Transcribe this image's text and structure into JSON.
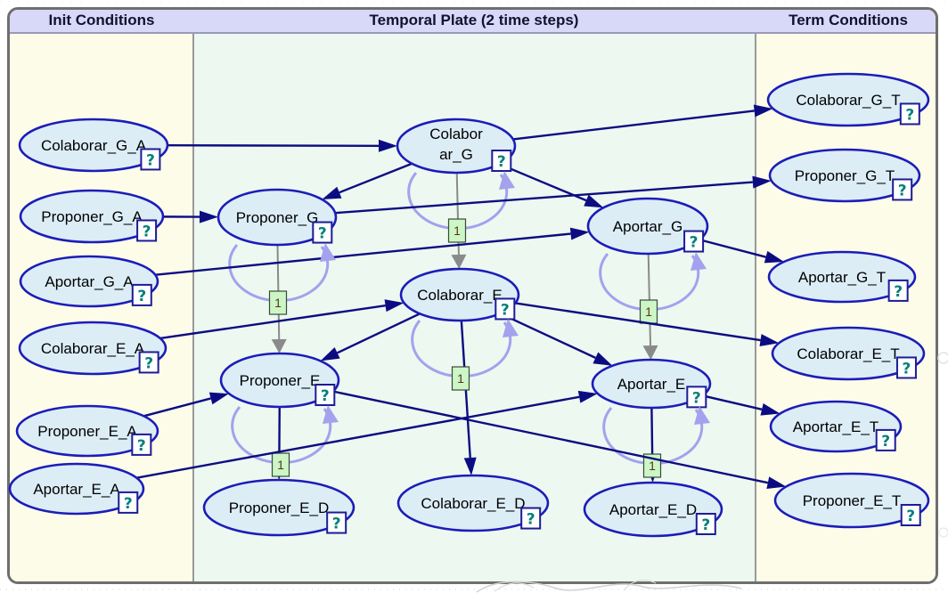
{
  "header": {
    "init_label": "Init Conditions",
    "plate_label": "Temporal Plate (2 time steps)",
    "term_label": "Term Conditions"
  },
  "colors": {
    "header_bg": "#d8d8f8",
    "init_bg": "#fcfce8",
    "plate_bg": "#edf8f0",
    "term_bg": "#fcfce8",
    "arc_navy": "#0c0c82",
    "arc_gray": "#8a8a8a",
    "temporal_loop": "#a2a2ee",
    "node_fill": "#dcedf6",
    "node_border": "#1c1cb8",
    "order_badge_fill": "#ccf6c6",
    "order_badge_border": "#3a4a3a",
    "order_text": "#5c3317",
    "status_badge_border": "#1c1c96",
    "status_glyph_color": "#00807a"
  },
  "diagram": {
    "status_glyph": "?",
    "nodes": [
      {
        "id": "colaborar_g_a",
        "label": "Colaborar_G_A",
        "section": "init"
      },
      {
        "id": "proponer_g_a",
        "label": "Proponer_G_A",
        "section": "init"
      },
      {
        "id": "aportar_g_a",
        "label": "Aportar_G_A",
        "section": "init"
      },
      {
        "id": "colaborar_e_a",
        "label": "Colaborar_E_A",
        "section": "init"
      },
      {
        "id": "proponer_e_a",
        "label": "Proponer_E_A",
        "section": "init"
      },
      {
        "id": "aportar_e_a",
        "label": "Aportar_E_A",
        "section": "init"
      },
      {
        "id": "colaborar_g",
        "label": "Colaborar_G",
        "lines": [
          "Colabor",
          "ar_G"
        ],
        "section": "plate"
      },
      {
        "id": "proponer_g",
        "label": "Proponer_G",
        "section": "plate"
      },
      {
        "id": "aportar_g",
        "label": "Aportar_G",
        "section": "plate"
      },
      {
        "id": "colaborar_e",
        "label": "Colaborar_E",
        "section": "plate"
      },
      {
        "id": "proponer_e",
        "label": "Proponer_E",
        "section": "plate"
      },
      {
        "id": "aportar_e",
        "label": "Aportar_E",
        "section": "plate"
      },
      {
        "id": "proponer_e_d",
        "label": "Proponer_E_D",
        "section": "plate"
      },
      {
        "id": "colaborar_e_d",
        "label": "Colaborar_E_D",
        "section": "plate"
      },
      {
        "id": "aportar_e_d",
        "label": "Aportar_E_D",
        "section": "plate"
      },
      {
        "id": "colaborar_g_t",
        "label": "Colaborar_G_T",
        "section": "term"
      },
      {
        "id": "proponer_g_t",
        "label": "Proponer_G_T",
        "section": "term"
      },
      {
        "id": "aportar_g_t",
        "label": "Aportar_G_T",
        "section": "term"
      },
      {
        "id": "colaborar_e_t",
        "label": "Colaborar_E_T",
        "section": "term"
      },
      {
        "id": "aportar_e_t",
        "label": "Aportar_E_T",
        "section": "term"
      },
      {
        "id": "proponer_e_t",
        "label": "Proponer_E_T",
        "section": "term"
      }
    ],
    "arcs": [
      {
        "from": "colaborar_g_a",
        "to": "colaborar_g",
        "style": "normal"
      },
      {
        "from": "proponer_g_a",
        "to": "proponer_g",
        "style": "normal"
      },
      {
        "from": "aportar_g_a",
        "to": "aportar_g",
        "style": "normal"
      },
      {
        "from": "colaborar_e_a",
        "to": "colaborar_e",
        "style": "normal"
      },
      {
        "from": "proponer_e_a",
        "to": "proponer_e",
        "style": "normal"
      },
      {
        "from": "aportar_e_a",
        "to": "aportar_e",
        "style": "normal"
      },
      {
        "from": "colaborar_g",
        "to": "proponer_g",
        "style": "normal"
      },
      {
        "from": "colaborar_g",
        "to": "aportar_g",
        "style": "normal"
      },
      {
        "from": "colaborar_e",
        "to": "proponer_e",
        "style": "normal"
      },
      {
        "from": "colaborar_e",
        "to": "aportar_e",
        "style": "normal"
      },
      {
        "from": "colaborar_e",
        "to": "colaborar_e_d",
        "style": "normal"
      },
      {
        "from": "proponer_e",
        "to": "proponer_e_d",
        "style": "normal"
      },
      {
        "from": "aportar_e",
        "to": "aportar_e_d",
        "style": "normal"
      },
      {
        "from": "colaborar_g",
        "to": "colaborar_g_t",
        "style": "normal"
      },
      {
        "from": "proponer_g",
        "to": "proponer_g_t",
        "style": "normal"
      },
      {
        "from": "aportar_g",
        "to": "aportar_g_t",
        "style": "normal"
      },
      {
        "from": "colaborar_e",
        "to": "colaborar_e_t",
        "style": "normal"
      },
      {
        "from": "proponer_e",
        "to": "proponer_e_t",
        "style": "normal"
      },
      {
        "from": "aportar_e",
        "to": "aportar_e_t",
        "style": "normal"
      },
      {
        "from": "colaborar_g",
        "to": "colaborar_e",
        "style": "gray"
      },
      {
        "from": "proponer_g",
        "to": "proponer_e",
        "style": "gray"
      },
      {
        "from": "aportar_g",
        "to": "aportar_e",
        "style": "gray"
      }
    ],
    "temporal_arcs": [
      {
        "node": "colaborar_g",
        "order": "1"
      },
      {
        "node": "proponer_g",
        "order": "1"
      },
      {
        "node": "aportar_g",
        "order": "1"
      },
      {
        "node": "colaborar_e",
        "order": "1"
      },
      {
        "node": "proponer_e",
        "order": "1"
      },
      {
        "node": "aportar_e",
        "order": "1"
      }
    ]
  }
}
